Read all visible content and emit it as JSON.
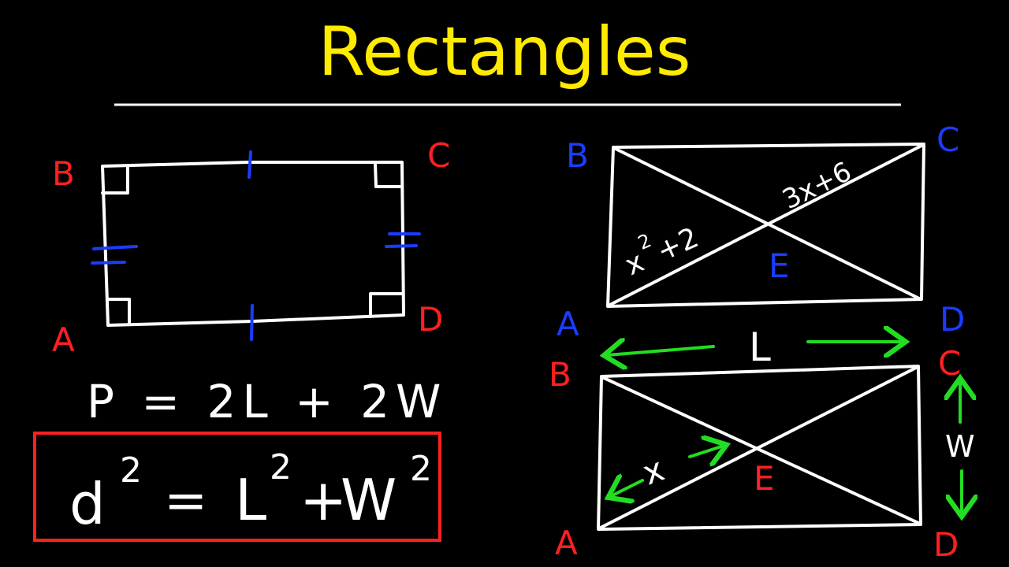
{
  "title": "Rectangles",
  "colors": {
    "background": "#000000",
    "title": "#ffeb00",
    "chalk": "#ffffff",
    "red": "#ff2020",
    "blue": "#1a3cff",
    "green": "#22dd22"
  },
  "figure1": {
    "vertices": {
      "A": "A",
      "B": "B",
      "C": "C",
      "D": "D"
    }
  },
  "formulas": {
    "perimeter": "P = 2L + 2W",
    "diagonal_lhs": "d",
    "diagonal_eq": "=",
    "diagonal_l": "L",
    "diagonal_plus": "+",
    "diagonal_w": "W",
    "exponent": "2"
  },
  "figure2": {
    "vertices": {
      "A": "A",
      "B": "B",
      "C": "C",
      "D": "D"
    },
    "center": "E",
    "segment_upper": "3x+6",
    "segment_lower_base": "x",
    "segment_lower_exp": "2",
    "segment_lower_rest": "+2"
  },
  "figure3": {
    "vertices": {
      "A": "A",
      "B": "B",
      "C": "C",
      "D": "D"
    },
    "center": "E",
    "length_label": "L",
    "width_label": "W",
    "half_diag_label": "x"
  }
}
